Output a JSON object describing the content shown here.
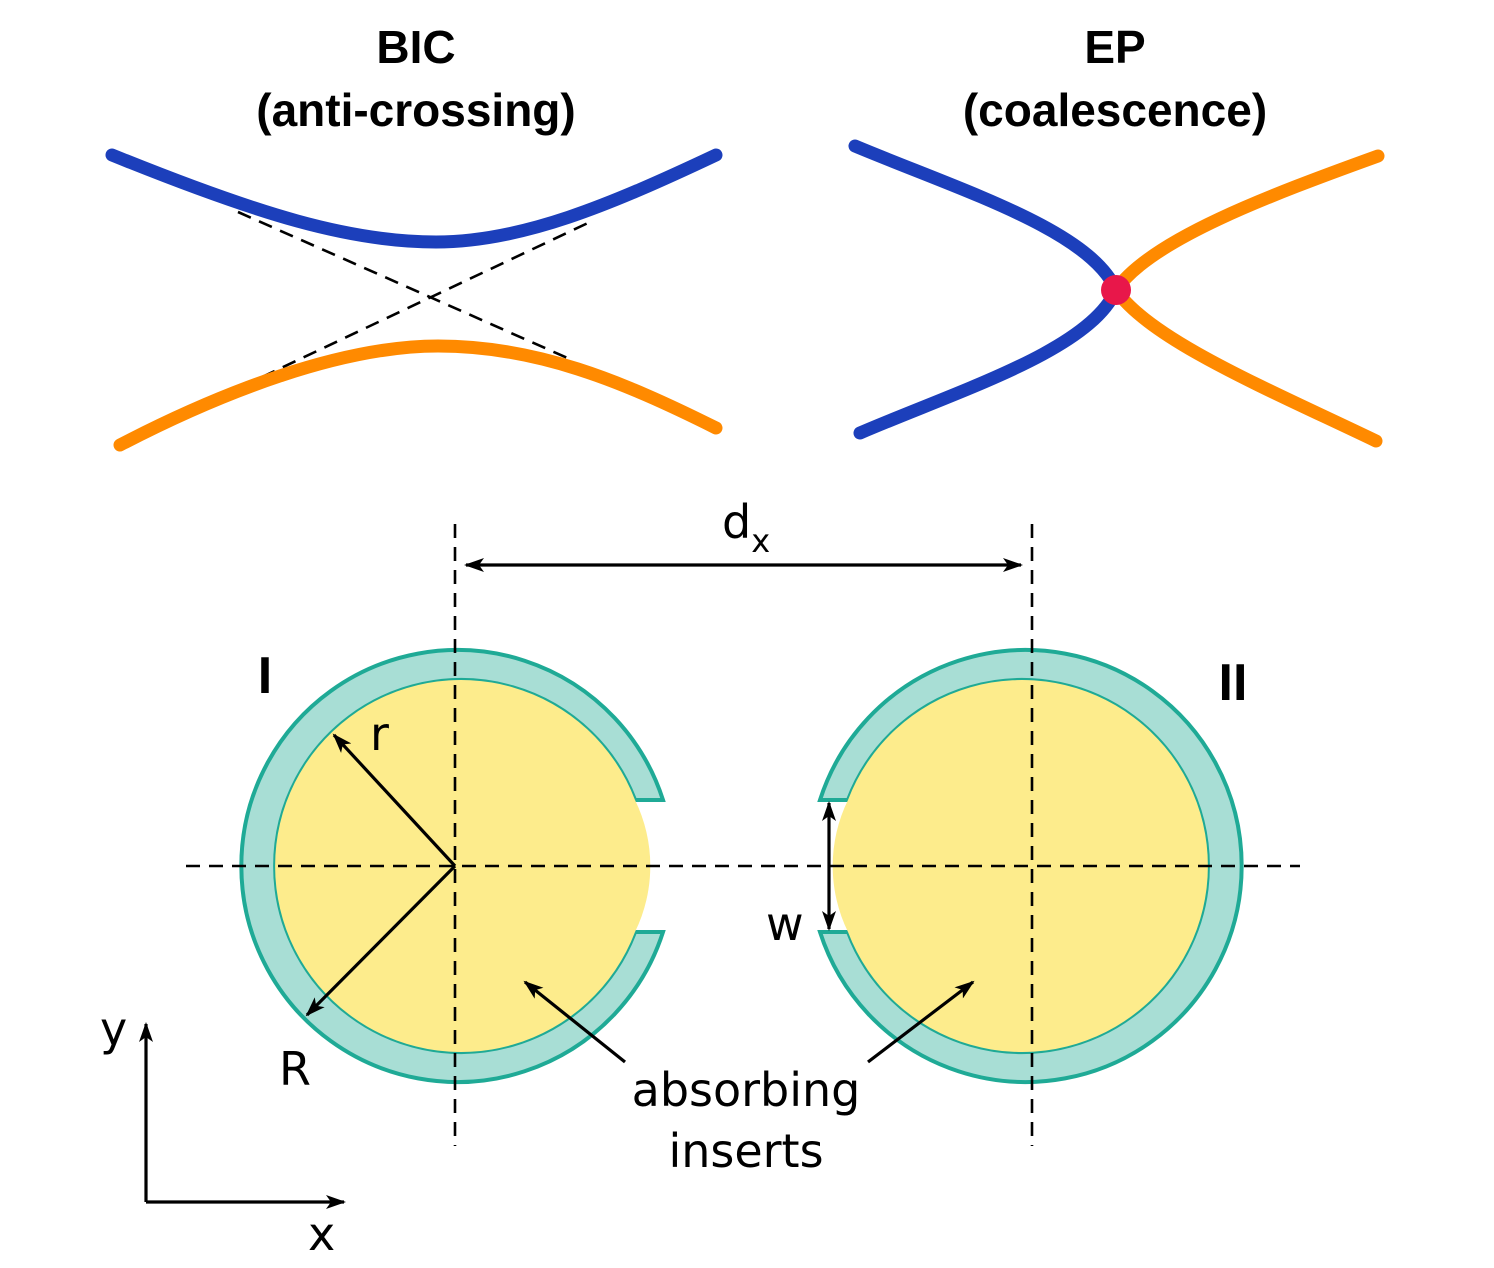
{
  "panels": {
    "bic": {
      "title_line1": "BIC",
      "title_line2": "(anti-crossing)"
    },
    "ep": {
      "title_line1": "EP",
      "title_line2": "(coalescence)"
    }
  },
  "labels": {
    "distance": "d",
    "distance_sub": "x",
    "resonator_1": "I",
    "resonator_2": "II",
    "inner_radius": "r",
    "outer_radius": "R",
    "gap_width": "w",
    "inserts_line1": "absorbing",
    "inserts_line2": "inserts",
    "axis_x": "x",
    "axis_y": "y"
  },
  "colors": {
    "upper_branch": "#1c3fbb",
    "lower_branch": "#ff8a00",
    "exceptional_point": "#e8174a",
    "insert_fill": "#a8ded5",
    "insert_stroke": "#1faa96",
    "core_fill": "#fdec8c"
  }
}
